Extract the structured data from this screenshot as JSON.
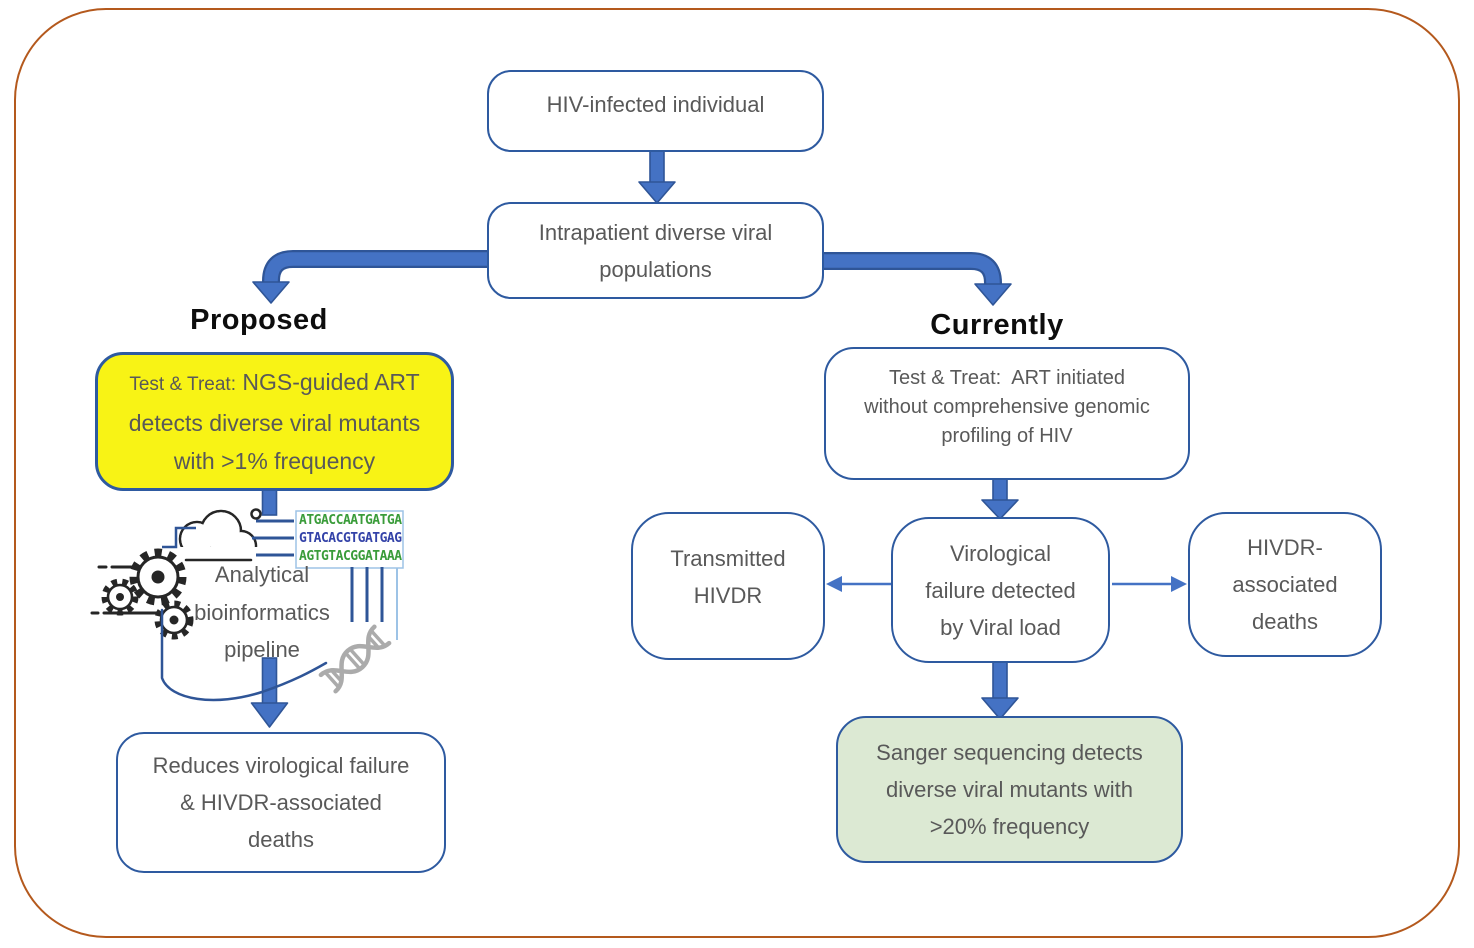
{
  "frame": {
    "border_color": "#B4591D",
    "background": "#FFFFFF"
  },
  "palette": {
    "arrow_fill": "#4472C4",
    "arrow_outline": "#2F5597",
    "box_border": "#2E5AA0",
    "text_gray": "#595959",
    "heading_black": "#0D0D0D",
    "yellow_fill": "#F8F315",
    "green_fill": "#DCE9D3",
    "seq_green": "#3A9C3A",
    "seq_blue": "#3342A8",
    "seq_frame_blue": "#9DC3E6",
    "icon_black": "#262626",
    "helix_gray": "#ABABAB"
  },
  "headings": {
    "left": "Proposed",
    "right": "Currently"
  },
  "nodes": {
    "hiv": {
      "line1": "HIV-infected individual"
    },
    "intrapatient": {
      "line1": "Intrapatient diverse viral",
      "line2": "populations"
    },
    "ngs": {
      "prefix": "Test & Treat:",
      "line1": "NGS-guided ART",
      "line2": "detects diverse viral mutants",
      "line3": "with >1% frequency"
    },
    "art_current": {
      "line1": "Test & Treat:  ART initiated",
      "line2": "without comprehensive genomic",
      "line3": "profiling of HIV"
    },
    "transmitted": {
      "line1": "Transmitted",
      "line2": "HIVDR"
    },
    "virological": {
      "line1": "Virological",
      "line2": "failure detected",
      "line3": "by Viral load"
    },
    "hivdr_deaths": {
      "line1": "HIVDR-",
      "line2": "associated",
      "line3": "deaths"
    },
    "sanger": {
      "line1": "Sanger sequencing detects",
      "line2": "diverse viral mutants with",
      "line3": ">20% frequency"
    },
    "reduces": {
      "line1": "Reduces virological failure",
      "line2": "& HIVDR-associated",
      "line3": "deaths"
    }
  },
  "pipeline": {
    "line1": "Analytical",
    "line2": "bioinformatics",
    "line3": "pipeline",
    "seq1": "ATGACCAATGATGA",
    "seq2": "GTACACGTGATGAG",
    "seq3": "AGTGTACGGATAAA"
  },
  "icons": {
    "cloud": "cloud-icon",
    "gears": "gears-icon",
    "dna_helix": "dna-helix-icon"
  }
}
